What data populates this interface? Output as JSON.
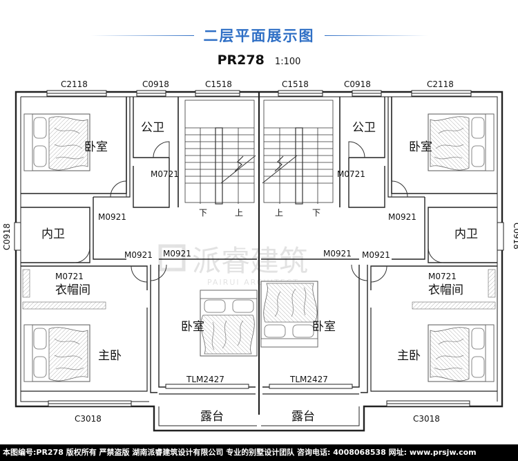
{
  "title": "二层平面展示图",
  "plan_code": "PR278",
  "scale": "1:100",
  "watermark": {
    "name": "派睿建筑",
    "sub": "PAIRUI ARCHITECT"
  },
  "labels": {
    "c2118": "C2118",
    "c0918": "C0918",
    "c1518": "C1518",
    "c3018": "C3018",
    "m0721": "M0721",
    "m0921": "M0921",
    "tlm2427": "TLM2427",
    "bedroom": "卧室",
    "public_bath": "公卫",
    "inner_bath": "内卫",
    "cloakroom": "衣帽间",
    "master_bedroom": "主卧",
    "terrace": "露台",
    "down": "下",
    "up": "上"
  },
  "footer": "本图编号:PR278 版权所有 严禁盗版 湖南派睿建筑设计有限公司 专业的别墅设计团队 咨询电话: 4008068538 网址: www.prsjw.com"
}
